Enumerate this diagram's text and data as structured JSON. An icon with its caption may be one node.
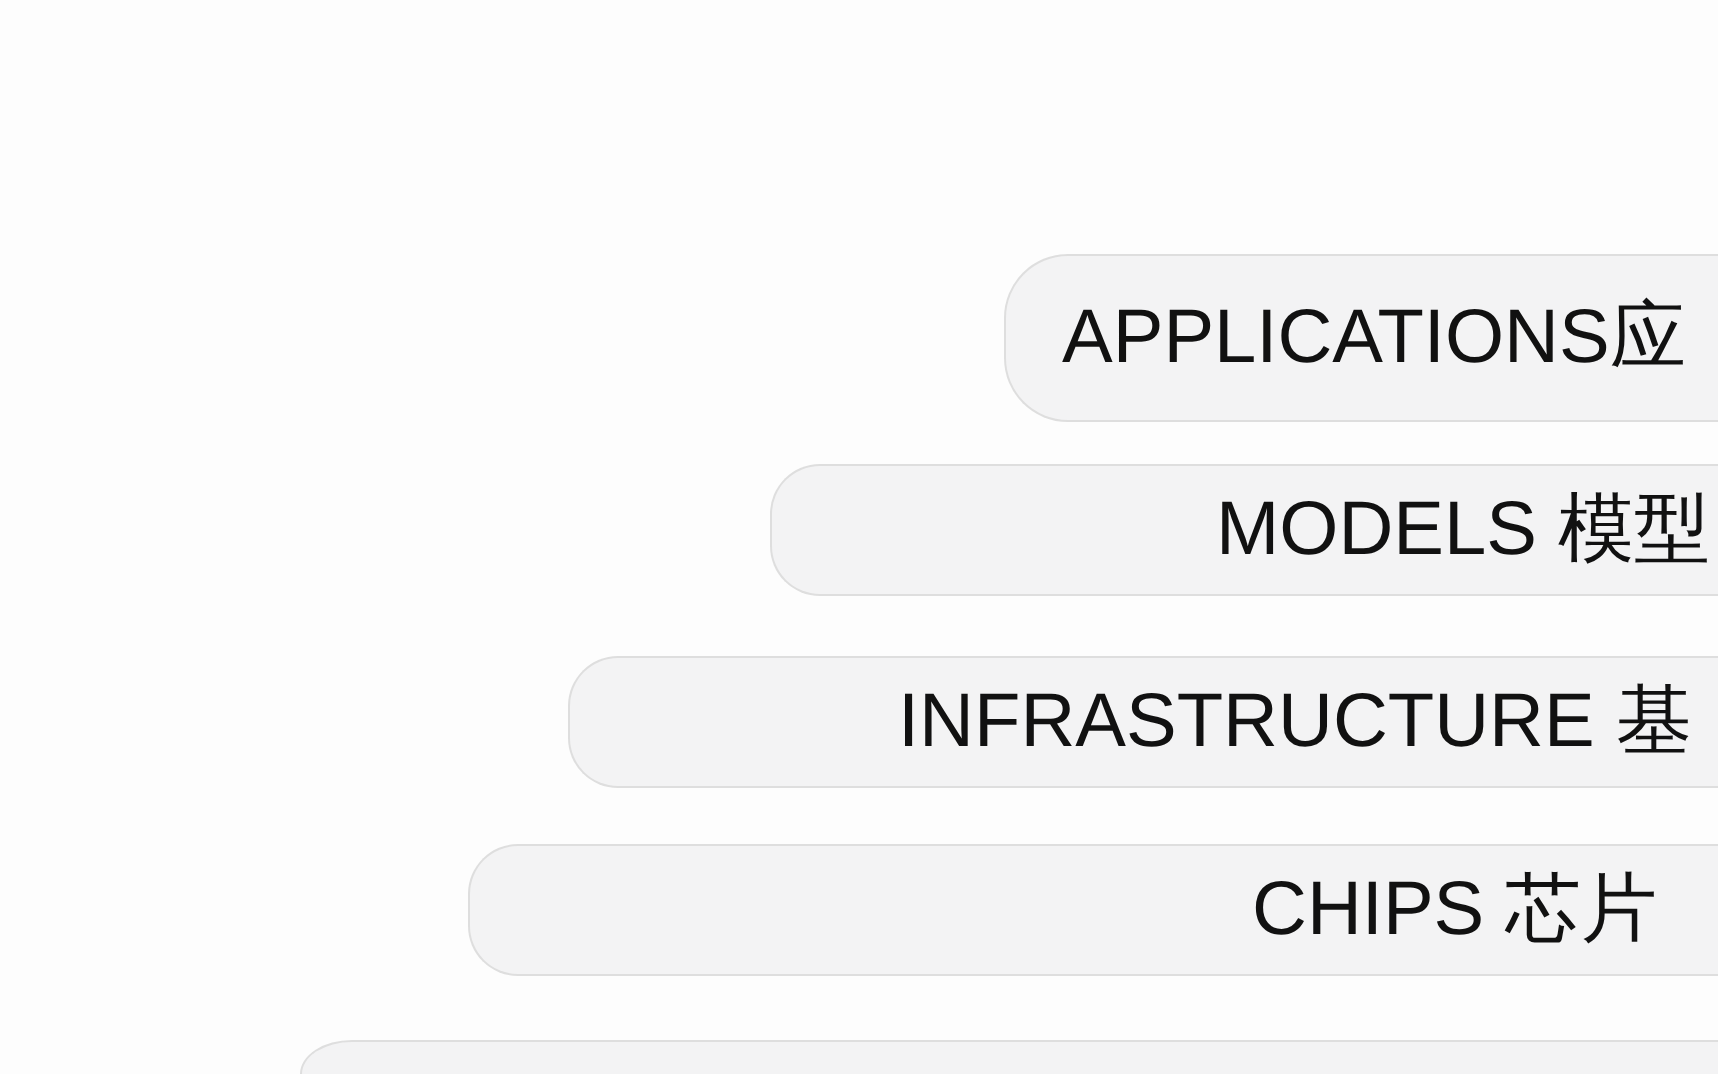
{
  "diagram": {
    "nodes": [
      {
        "text": [
          "APPLICATIONS应"
        ]
      },
      {
        "text": [
          "MODELS 模型"
        ]
      },
      {
        "text": [
          "INFRASTRUCTURE 基"
        ]
      },
      {
        "text": [
          "CHIPS 芯片"
        ]
      },
      {
        "text": [],
        "shape": "box"
      }
    ]
  }
}
